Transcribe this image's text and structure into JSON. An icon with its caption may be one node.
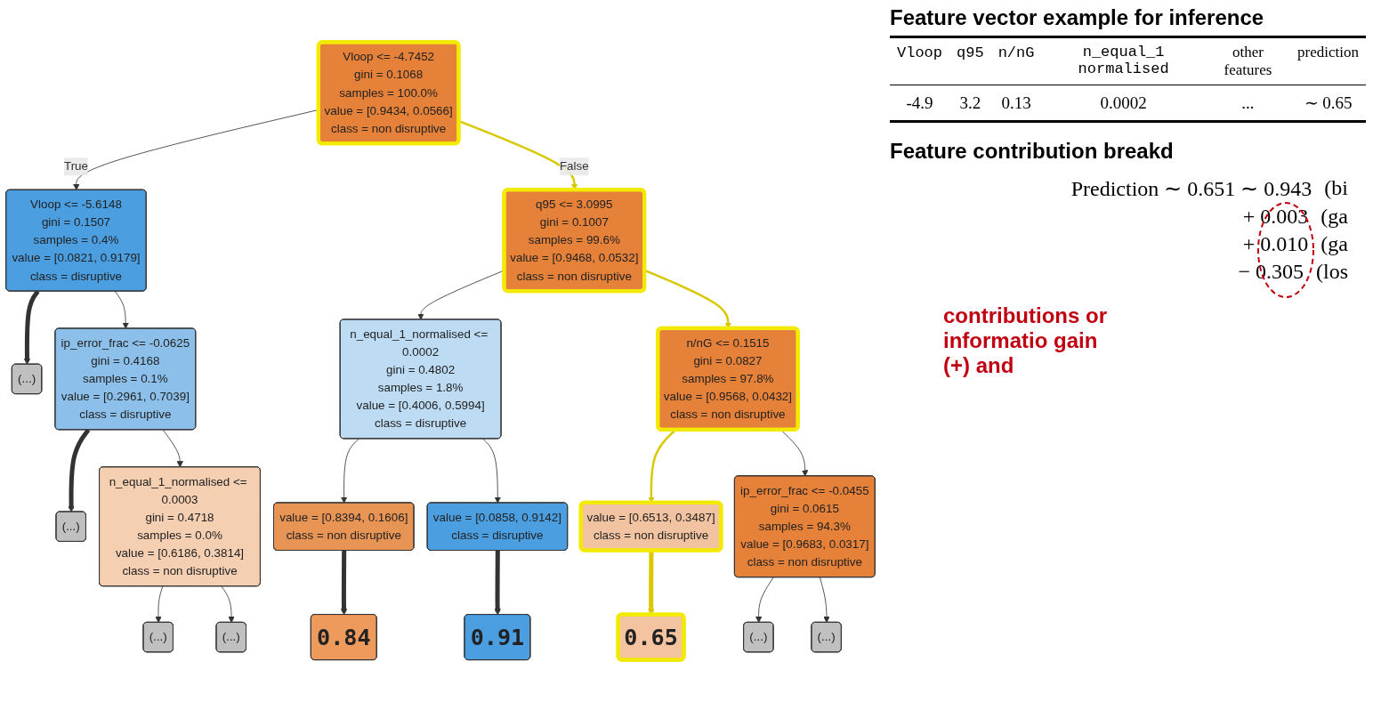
{
  "diagram": {
    "title": "Feature vector example for inference",
    "nodes": [
      {
        "text": [
          "Vloop <= -4.7452",
          "gini = 0.1068",
          "samples = 100.0%",
          "value = [0.9434, 0.0566]",
          "class = non disruptive"
        ]
      },
      {
        "text": [
          "Vloop <= -5.6148",
          "gini = 0.1507",
          "samples = 0.4%",
          "value = [0.0821, 0.9179]",
          "class = disruptive"
        ]
      },
      {
        "text": [
          "q95 <= 3.0995",
          "gini = 0.1007",
          "samples = 99.6%",
          "value = [0.9468, 0.0532]",
          "class = non disruptive"
        ]
      },
      {
        "text": [
          "(...)"
        ]
      },
      {
        "text": [
          "ip_error_frac <= -0.0625",
          "gini = 0.4168",
          "samples = 0.1%",
          "value = [0.2961, 0.7039]",
          "class = disruptive"
        ]
      },
      {
        "text": [
          "n_equal_1_normalised <= 0.0002",
          "gini = 0.4802",
          "samples = 1.8%",
          "value = [0.4006, 0.5994]",
          "class = disruptive"
        ]
      },
      {
        "text": [
          "n/nG <= 0.1515",
          "gini = 0.0827",
          "samples = 97.8%",
          "value = [0.9568, 0.0432]",
          "class = non disruptive"
        ]
      },
      {
        "text": [
          "(...)"
        ]
      },
      {
        "text": [
          "n_equal_1_normalised <= 0.0003",
          "gini = 0.4718",
          "samples = 0.0%",
          "value = [0.6186, 0.3814]",
          "class = non disruptive"
        ]
      },
      {
        "text": [
          "value = [0.8394, 0.1606]",
          "class = non disruptive"
        ]
      },
      {
        "text": [
          "value = [0.0858, 0.9142]",
          "class = disruptive"
        ]
      },
      {
        "text": [
          "value = [0.6513, 0.3487]",
          "class = non disruptive"
        ]
      },
      {
        "text": [
          "ip_error_frac <= -0.0455",
          "gini = 0.0615",
          "samples = 94.3%",
          "value = [0.9683, 0.0317]",
          "class = non disruptive"
        ]
      },
      {
        "text": [
          "(...)"
        ]
      },
      {
        "text": [
          "(...)"
        ]
      },
      {
        "text": [
          "0.84"
        ]
      },
      {
        "text": [
          "0.91"
        ]
      },
      {
        "text": [
          "0.65"
        ]
      },
      {
        "text": [
          "(...)"
        ]
      },
      {
        "text": [
          "(...)"
        ]
      }
    ],
    "edges": [
      {
        "from": 0,
        "to": 1,
        "arrow": "to",
        "label": "True"
      },
      {
        "from": 0,
        "to": 2,
        "arrow": "to",
        "label": "False",
        "color": "#d8c800"
      },
      {
        "from": 1,
        "to": 3,
        "arrow": "to",
        "style": "thick"
      },
      {
        "from": 1,
        "to": 4,
        "arrow": "to"
      },
      {
        "from": 2,
        "to": 5,
        "arrow": "to"
      },
      {
        "from": 2,
        "to": 6,
        "arrow": "to",
        "color": "#d8c800"
      },
      {
        "from": 4,
        "to": 7,
        "arrow": "to",
        "style": "thick"
      },
      {
        "from": 4,
        "to": 8,
        "arrow": "to"
      },
      {
        "from": 5,
        "to": 9,
        "arrow": "to"
      },
      {
        "from": 5,
        "to": 10,
        "arrow": "to"
      },
      {
        "from": 6,
        "to": 11,
        "arrow": "to",
        "color": "#d8c800"
      },
      {
        "from": 6,
        "to": 12,
        "arrow": "to"
      },
      {
        "from": 8,
        "to": 13,
        "arrow": "to"
      },
      {
        "from": 8,
        "to": 14,
        "arrow": "to"
      },
      {
        "from": 9,
        "to": 15,
        "arrow": "to",
        "style": "thick"
      },
      {
        "from": 10,
        "to": 16,
        "arrow": "to",
        "style": "thick"
      },
      {
        "from": 11,
        "to": 17,
        "arrow": "to",
        "style": "thick",
        "color": "#d8c800"
      },
      {
        "from": 12,
        "to": 18,
        "arrow": "to"
      },
      {
        "from": 12,
        "to": 19,
        "arrow": "to"
      }
    ],
    "labels": [
      "Vloop",
      "q95",
      "n/nG",
      "n_equal_1 normalised",
      "other features",
      "prediction",
      "-4.9",
      "3.2",
      "0.13",
      "0.0002",
      "...",
      "∼ 0.65",
      "Feature contribution breakd",
      "Prediction ∼ 0.651 ∼ 0.943",
      "(bi",
      "+ 0.003",
      "(ga",
      "+ 0.010",
      "(ga",
      "− 0.305",
      "(los",
      "contributions or informatio gain (+) and"
    ]
  }
}
